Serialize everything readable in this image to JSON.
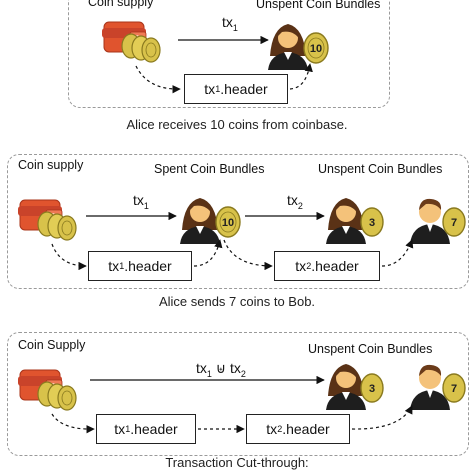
{
  "panels": [
    {
      "supply_label": "Coin supply",
      "spent_label": "",
      "unspent_label": "Unspent Coin Bundles",
      "tx_main": {
        "base": "tx",
        "sub": "1",
        "rest": ""
      },
      "header": {
        "base": "tx",
        "sub": "1",
        "rest": ".header"
      },
      "coin_a": "10",
      "caption": "Alice receives 10 coins from coinbase."
    },
    {
      "supply_label": "Coin supply",
      "spent_label": "Spent Coin Bundles",
      "unspent_label": "Unspent Coin Bundles",
      "tx_a": {
        "base": "tx",
        "sub": "1"
      },
      "tx_b": {
        "base": "tx",
        "sub": "2"
      },
      "header_a": {
        "base": "tx",
        "sub": "1",
        "rest": ".header"
      },
      "header_b": {
        "base": "tx",
        "sub": "2",
        "rest": ".header"
      },
      "coin_spent": "10",
      "coin_alice": "3",
      "coin_bob": "7",
      "caption": "Alice sends 7 coins to Bob."
    },
    {
      "supply_label": "Coin Supply",
      "unspent_label": "Unspent Coin Bundles",
      "tx_union": {
        "a_base": "tx",
        "a_sub": "1",
        "op": "⊎",
        "b_base": "tx",
        "b_sub": "2"
      },
      "header_a": {
        "base": "tx",
        "sub": "1",
        "rest": ".header"
      },
      "header_b": {
        "base": "tx",
        "sub": "2",
        "rest": ".header"
      },
      "coin_alice": "3",
      "coin_bob": "7",
      "caption": "Transaction Cut-through:"
    }
  ],
  "colors": {
    "wallet": "#e0542e",
    "coin": "#d8c24a",
    "coin_edge": "#8a7a1f",
    "alice_hair": "#5a3216",
    "bob_hair": "#6b3b1a",
    "skin": "#f4c27a",
    "suit": "#1e1e1e"
  },
  "icons": [
    "wallet-icon",
    "coin-stack-icon",
    "alice-avatar-icon",
    "bob-avatar-icon",
    "coin-icon"
  ]
}
